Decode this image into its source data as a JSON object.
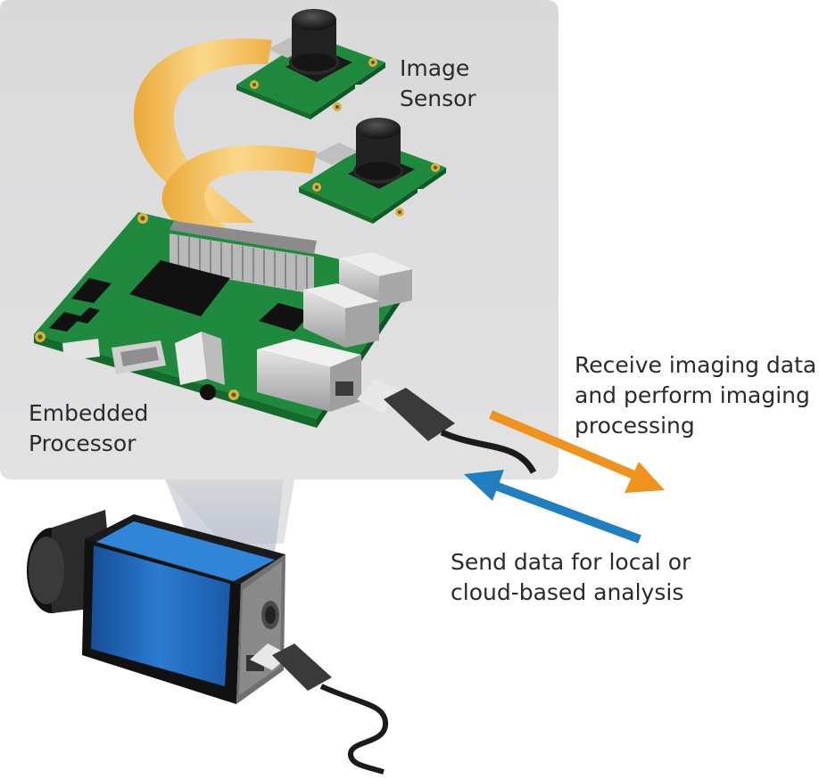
{
  "labels": {
    "image_sensor": "Image\nSensor",
    "embedded_processor": "Embedded\nProcessor",
    "receive": "Receive imaging data\nand perform imaging\nprocessing",
    "send": "Send data for local or\ncloud-based analysis"
  },
  "colors": {
    "panel": "#d8d9da",
    "pcb": "#1e8c3e",
    "ribbon": "#f2b84a",
    "camera_body": "#1d63b5",
    "arrow_receive": "#f0931e",
    "arrow_send": "#1f7fc0"
  }
}
